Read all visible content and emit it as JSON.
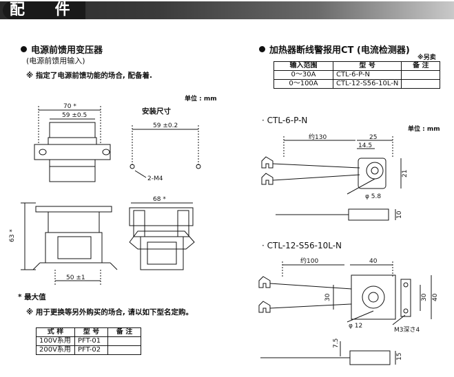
{
  "header": {
    "title": "配 件"
  },
  "left": {
    "title": "电源前馈用变压器",
    "subtitle": "(电源前馈用输入)",
    "note": "※ 指定了电源前馈功能的场合, 配备着.",
    "unit": "单位 : mm",
    "mount_label": "安装尺寸",
    "dims": {
      "w70": "70 *",
      "w59": "59 ±0.5",
      "mount59": "59 ±0.2",
      "hole": "2-M4",
      "h63": "63 *",
      "w50": "50 ±1",
      "d68": "68 *"
    },
    "max_value": "* 最大值",
    "order_note": "※ 用于更换等另外购买的场合, 请以如下型名定购。",
    "table": {
      "headers": [
        "式 样",
        "型 号",
        "备 注"
      ],
      "rows": [
        [
          "100V系用",
          "PFT-01",
          ""
        ],
        [
          "200V系用",
          "PFT-02",
          ""
        ]
      ]
    }
  },
  "right": {
    "title": "加热器断线警报用CT (电流检测器)",
    "sold_separately": "※另卖",
    "table": {
      "headers": [
        "输入范围",
        "型 号",
        "备 注"
      ],
      "rows": [
        [
          "0～30A",
          "CTL-6-P-N",
          ""
        ],
        [
          "0～100A",
          "CTL-12-S56-10L-N",
          ""
        ]
      ]
    },
    "ct1": {
      "name": "· CTL-6-P-N",
      "unit": "单位 : mm",
      "len": "约130",
      "d25": "25",
      "d145": "14.5",
      "d21": "21",
      "phi": "φ 5.8",
      "d10": "10"
    },
    "ct2": {
      "name": "· CTL-12-S56-10L-N",
      "len": "约100",
      "d40w": "40",
      "d30": "30",
      "d30b": "30",
      "d40h": "40",
      "phi": "φ 12",
      "m3": "M3深さ4",
      "d75": "7.5",
      "d15": "15"
    }
  }
}
